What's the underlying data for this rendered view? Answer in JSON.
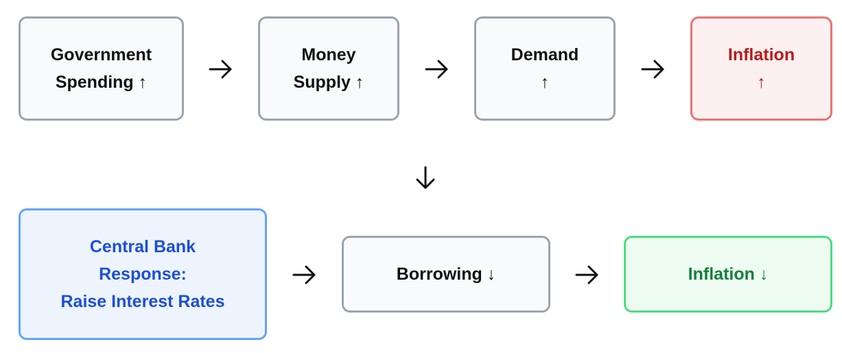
{
  "flow": {
    "top_row": [
      {
        "label": "Government\nSpending ↑"
      },
      {
        "label": "Money\nSupply ↑"
      },
      {
        "label": "Demand\n↑"
      },
      {
        "label": "Inflation\n↑"
      }
    ],
    "bottom_row": [
      {
        "label": "Central Bank\nResponse:\nRaise Interest Rates"
      },
      {
        "label": "Borrowing ↓"
      },
      {
        "label": "Inflation ↓"
      }
    ]
  },
  "colors": {
    "neutral_border": "#9ca3af",
    "neutral_fill": "#f8fafc",
    "alert_border": "#f07171",
    "alert_fill": "#fdf0f0",
    "alert_text": "#b91c1c",
    "policy_border": "#60a5fa",
    "policy_fill": "#eef4fe",
    "policy_text": "#1d4ed8",
    "success_border": "#4ade80",
    "success_fill": "#edfbf1",
    "success_text": "#15803d",
    "arrow": "#111111"
  },
  "icons": {
    "flow_arrow": "arrow-right-icon",
    "down_arrow": "arrow-down-icon"
  }
}
